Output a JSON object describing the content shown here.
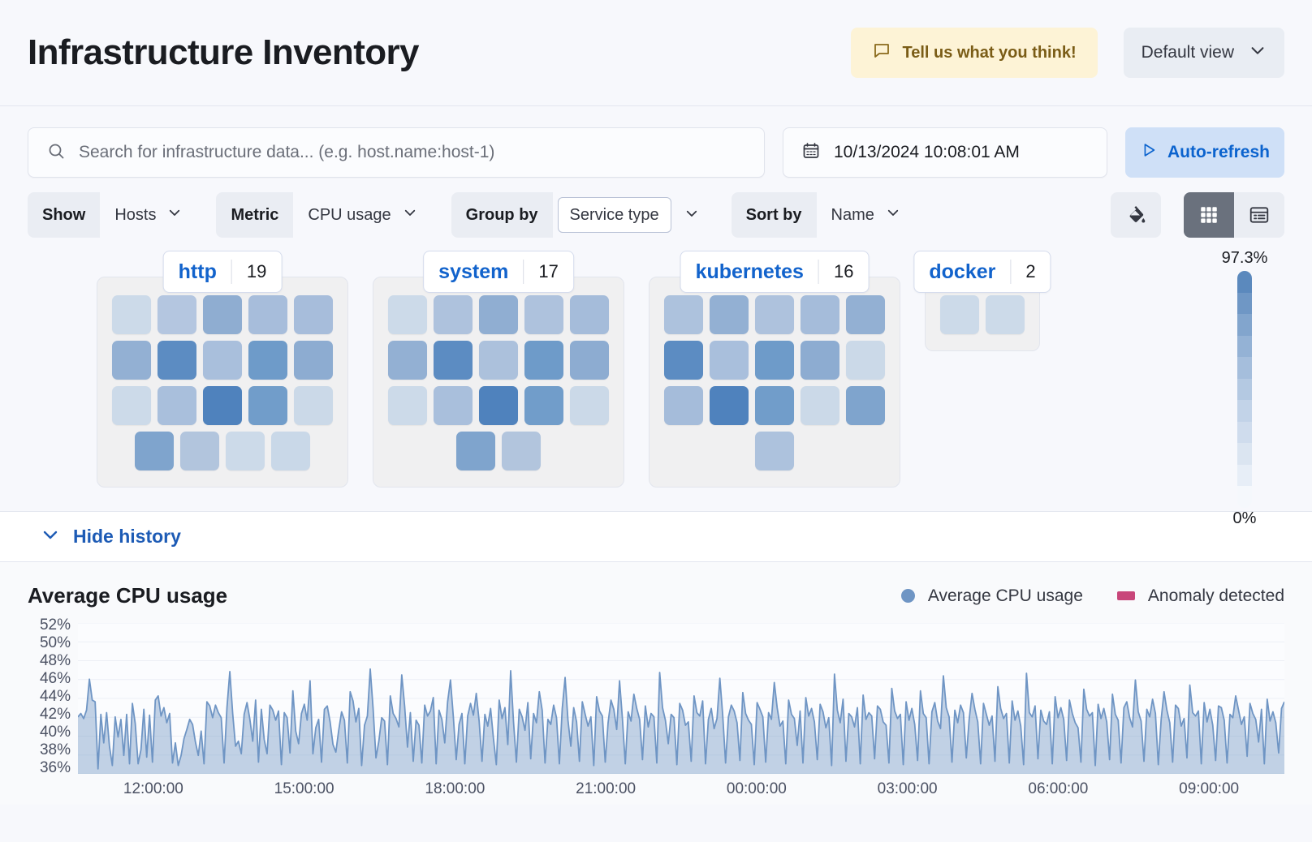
{
  "header": {
    "title": "Infrastructure Inventory",
    "feedback_label": "Tell us what you think!",
    "feedback_icon": "comment-bubble-icon",
    "view_label": "Default view",
    "view_caret": "chevron-down-icon"
  },
  "query": {
    "search_placeholder": "Search for infrastructure data... (e.g. host.name:host-1)",
    "search_value": "",
    "search_icon": "search-icon",
    "date_value": "10/13/2024 10:08:01 AM",
    "date_icon": "calendar-icon",
    "refresh_label": "Auto-refresh",
    "refresh_icon": "play-icon"
  },
  "controls": [
    {
      "label": "Show",
      "value": "Hosts",
      "boxed": false
    },
    {
      "label": "Metric",
      "value": "CPU usage",
      "boxed": false
    },
    {
      "label": "Group by",
      "value": "Service type",
      "boxed": true
    },
    {
      "label": "Sort by",
      "value": "Name",
      "boxed": false
    }
  ],
  "view_buttons": {
    "fill_icon": "paint-bucket-icon",
    "grid_icon": "grid-view-icon",
    "table_icon": "table-view-icon",
    "active": "grid-view-icon"
  },
  "waffle": {
    "legend_max": "97.3%",
    "legend_min": "0%",
    "legend_colors": [
      "#f5f8fc",
      "#e7eef7",
      "#dbe5f1",
      "#cfdced",
      "#c2d3e8",
      "#b4c9e2",
      "#a5bedc",
      "#94b2d5",
      "#82a5cd",
      "#6f97c5",
      "#5b89bd"
    ],
    "groups": [
      {
        "name": "http",
        "count": "19",
        "rows": [
          [
            "#ccdae9",
            "#b4c6e0",
            "#8fadd1",
            "#a7bddb",
            "#a7bddb"
          ],
          [
            "#93b0d3",
            "#5c8cc2",
            "#a9bfdc",
            "#6e9bc9",
            "#8dacd1"
          ],
          [
            "#ccdae9",
            "#a9bfdc",
            "#4f82bd",
            "#719dca",
            "#cbd9e8"
          ],
          [
            "#7fa4cd",
            "#b2c5dd",
            "#ccdae9",
            "#c9d8e8"
          ]
        ]
      },
      {
        "name": "system",
        "count": "17",
        "rows": [
          [
            "#ccdae9",
            "#aec2dd",
            "#90aed2",
            "#aec2dd",
            "#a5bcda"
          ],
          [
            "#93b0d3",
            "#5c8cc2",
            "#acc1dc",
            "#6e9bc9",
            "#8dacd1"
          ],
          [
            "#ccdae9",
            "#a9bfdc",
            "#4f82bd",
            "#719dca",
            "#cbd9e8"
          ],
          [
            "#7fa4cd",
            "#b2c5dd"
          ]
        ]
      },
      {
        "name": "kubernetes",
        "count": "16",
        "rows": [
          [
            "#adc2dd",
            "#93b0d3",
            "#aec2dd",
            "#a5bcda",
            "#93b0d3"
          ],
          [
            "#5c8cc2",
            "#a9bfdc",
            "#6e9bc9",
            "#8dacd1",
            "#cbd9e8"
          ],
          [
            "#a5bcda",
            "#4f82bd",
            "#719dca",
            "#cbd9e8",
            "#7fa4cd"
          ],
          [
            "#adc2dd"
          ]
        ]
      },
      {
        "name": "docker",
        "count": "2",
        "rows": [
          [
            "#ccdae9",
            "#ccdae9"
          ]
        ]
      }
    ]
  },
  "history": {
    "toggle_label": "Hide history",
    "toggle_icon": "chevron-down-icon"
  },
  "chart_data": {
    "type": "area",
    "title": "Average CPU usage",
    "xlabel": "",
    "ylabel": "",
    "grid": true,
    "legend_position": "top-right",
    "legend": [
      {
        "name": "Average CPU usage",
        "color": "#6f95c4",
        "marker": "dot"
      },
      {
        "name": "Anomaly detected",
        "color": "#c8467a",
        "marker": "rect"
      }
    ],
    "ylim": [
      35,
      53
    ],
    "yticks": [
      "52%",
      "50%",
      "48%",
      "46%",
      "44%",
      "42%",
      "40%",
      "38%",
      "36%"
    ],
    "xticks": [
      "12:00:00",
      "15:00:00",
      "18:00:00",
      "21:00:00",
      "00:00:00",
      "03:00:00",
      "06:00:00",
      "09:00:00"
    ],
    "series": [
      {
        "name": "Average CPU usage",
        "color": "#6f95c4",
        "values": [
          41.8,
          42.2,
          41.6,
          42.6,
          46.3,
          43.8,
          43.6,
          35.6,
          42.1,
          38.7,
          42.3,
          38.3,
          36.0,
          41.8,
          39.4,
          41.5,
          37.2,
          42.1,
          36.2,
          43.4,
          41.0,
          36.2,
          37.9,
          42.7,
          37.0,
          42.0,
          36.4,
          43.8,
          44.3,
          41.9,
          42.9,
          41.1,
          42.2,
          36.3,
          38.7,
          36.0,
          37.2,
          39.2,
          40.3,
          41.5,
          40.9,
          38.8,
          37.2,
          40.1,
          36.2,
          43.6,
          43.1,
          41.7,
          43.2,
          42.3,
          41.7,
          36.3,
          42.9,
          47.2,
          42.2,
          38.3,
          38.9,
          37.4,
          42.1,
          43.5,
          41.5,
          38.9,
          43.8,
          36.4,
          42.7,
          39.1,
          37.4,
          43.2,
          42.6,
          41.4,
          42.5,
          36.1,
          42.3,
          41.7,
          37.5,
          44.9,
          40.1,
          38.6,
          42.2,
          43.3,
          41.4,
          46.1,
          37.4,
          40.5,
          41.5,
          36.4,
          42.7,
          43.1,
          41.2,
          38.5,
          37.6,
          40.2,
          42.4,
          41.4,
          36.3,
          44.8,
          43.7,
          41.2,
          42.8,
          36.0,
          40.8,
          41.9,
          47.5,
          42.8,
          36.9,
          38.9,
          41.7,
          41.3,
          36.1,
          44.3,
          42.2,
          41.6,
          40.6,
          46.8,
          43.1,
          38.2,
          42.3,
          36.5,
          41.4,
          40.8,
          36.3,
          43.2,
          41.9,
          42.5,
          44.1,
          36.2,
          42.6,
          41.5,
          38.7,
          43.6,
          46.2,
          41.8,
          36.7,
          40.9,
          42.2,
          36.2,
          41.9,
          43.4,
          42.0,
          44.6,
          41.3,
          36.5,
          42.1,
          40.7,
          42.8,
          39.2,
          36.1,
          43.8,
          41.6,
          42.9,
          38.5,
          47.3,
          41.2,
          36.4,
          42.7,
          41.8,
          40.2,
          43.5,
          36.8,
          42.2,
          41.1,
          44.8,
          42.6,
          36.3,
          41.5,
          40.9,
          43.2,
          41.7,
          36.2,
          42.8,
          46.5,
          41.4,
          38.3,
          42.9,
          41.2,
          36.5,
          43.6,
          42.1,
          40.7,
          41.8,
          36.0,
          44.2,
          42.5,
          41.9,
          36.4,
          41.1,
          43.8,
          42.7,
          40.3,
          46.1,
          41.6,
          36.2,
          42.4,
          41.3,
          44.5,
          42.8,
          41.5,
          36.7,
          43.1,
          40.6,
          42.2,
          41.8,
          36.3,
          47.1,
          42.9,
          41.4,
          38.6,
          42.1,
          41.7,
          36.1,
          43.4,
          42.6,
          40.8,
          41.2,
          36.5,
          44.3,
          42.3,
          41.9,
          43.7,
          36.2,
          41.5,
          42.8,
          40.4,
          41.6,
          46.4,
          42.0,
          36.3,
          41.8,
          43.2,
          42.5,
          41.1,
          36.6,
          44.7,
          42.2,
          41.4,
          40.9,
          36.1,
          43.5,
          42.7,
          41.8,
          36.4,
          42.3,
          41.5,
          45.9,
          42.9,
          40.7,
          41.3,
          36.2,
          43.8,
          42.1,
          41.6,
          38.4,
          42.5,
          36.3,
          44.1,
          41.9,
          42.8,
          41.2,
          36.7,
          43.3,
          42.4,
          40.5,
          41.7,
          36.0,
          46.9,
          42.6,
          41.1,
          43.9,
          36.5,
          42.2,
          41.8,
          40.6,
          42.9,
          36.2,
          44.4,
          41.5,
          42.3,
          41.9,
          36.8,
          43.1,
          42.7,
          41.2,
          40.8,
          36.3,
          45.2,
          42.5,
          41.6,
          42.1,
          36.1,
          43.6,
          41.4,
          42.8,
          40.9,
          36.6,
          44.9,
          42.2,
          41.7,
          36.2,
          42.4,
          43.5,
          41.3,
          40.4,
          46.7,
          42.9,
          41.8,
          36.4,
          42.6,
          41.1,
          43.2,
          42.3,
          36.9,
          41.5,
          44.6,
          42.7,
          41.2,
          36.2,
          43.4,
          42.1,
          40.8,
          41.9,
          36.5,
          45.4,
          42.8,
          41.6,
          42.2,
          36.3,
          43.7,
          41.4,
          42.5,
          40.7,
          36.1,
          47.0,
          42.3,
          41.8,
          43.1,
          36.8,
          42.6,
          41.3,
          40.9,
          42.4,
          36.2,
          44.2,
          41.7,
          42.9,
          41.5,
          36.6,
          43.8,
          42.2,
          41.1,
          40.5,
          36.4,
          45.1,
          42.7,
          41.9,
          42.3,
          36.0,
          43.3,
          41.6,
          42.8,
          41.2,
          36.7,
          44.5,
          42.1,
          41.4,
          36.3,
          42.9,
          43.6,
          41.7,
          40.6,
          46.2,
          42.4,
          41.3,
          36.5,
          42.7,
          41.8,
          43.9,
          42.2,
          36.1,
          41.5,
          44.8,
          42.6,
          41.1,
          36.4,
          43.2,
          42.8,
          40.7,
          41.6,
          36.9,
          45.6,
          42.3,
          41.9,
          42.5,
          36.2,
          43.5,
          41.2,
          42.7,
          40.8,
          36.6,
          43.1,
          42.9,
          41.4,
          36.3,
          42.1,
          41.7,
          44.3,
          42.6,
          40.9,
          41.8,
          37.1,
          43.4,
          42.2,
          41.5,
          38.8,
          42.7,
          36.2,
          43.9,
          41.3,
          42.4,
          41.1,
          37.5,
          42.8,
          43.6
        ]
      }
    ]
  }
}
